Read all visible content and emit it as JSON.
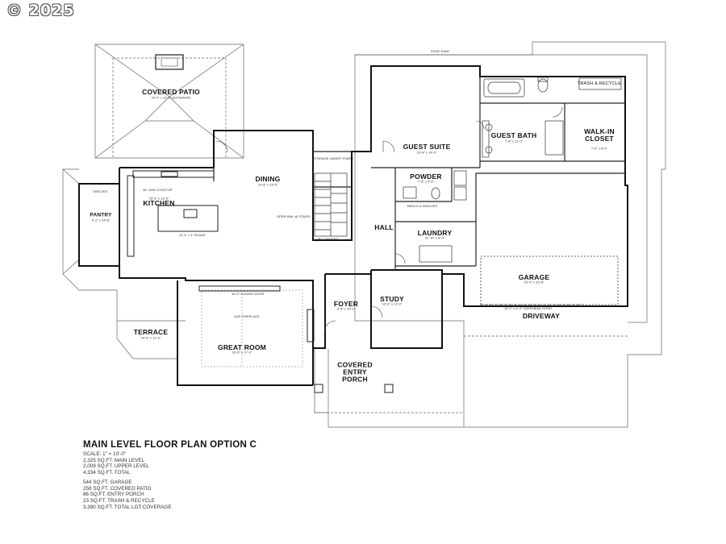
{
  "watermark": "© 2025",
  "title": "MAIN LEVEL FLOOR PLAN OPTION C",
  "scale": "SCALE: 1\" = 10'-0\"",
  "area_summary": [
    "2,325 SQ.FT. MAIN LEVEL",
    "2,009 SQ.FT. UPPER LEVEL",
    "4,334 SQ.FT. TOTAL"
  ],
  "area_breakdown": [
    "544 SQ.FT. GARAGE",
    "258 SQ.FT. COVERED PATIO",
    "86 SQ.FT. ENTRY PORCH",
    "23 SQ.FT. TRASH & RECYCLE",
    "3,390 SQ.FT. TOTAL LOT COVERAGE"
  ],
  "rooms": {
    "covered_patio": {
      "name": "COVERED PATIO",
      "dim": "20'-4\" x 10'-6\" (EXTERIOR)"
    },
    "dining": {
      "name": "DINING",
      "dim": "14'-8\" x 13'-6\""
    },
    "kitchen": {
      "name": "KITCHEN",
      "dim": "15'-6\" x 13'-6\""
    },
    "pantry": {
      "name": "PANTRY",
      "dim": "6'-2\" x 14'-8\""
    },
    "guest_suite": {
      "name": "GUEST SUITE",
      "dim": "13'-8\" x 14'-0\""
    },
    "guest_bath": {
      "name": "GUEST BATH",
      "dim": "7'-8\" x 11'-0\""
    },
    "walk_in_closet": {
      "name": "WALK-IN CLOSET",
      "dim": "7'-8\" x 8'-0\""
    },
    "powder": {
      "name": "POWDER",
      "dim": "7'-8\" x 5'-6\""
    },
    "hall": {
      "name": "HALL"
    },
    "laundry": {
      "name": "LAUNDRY",
      "dim": "11'-10\" x 9'-0\""
    },
    "garage": {
      "name": "GARAGE",
      "dim": "23'-0\" x 23'-8\""
    },
    "study": {
      "name": "STUDY",
      "dim": "13'-6\" x 12'-0\""
    },
    "foyer": {
      "name": "FOYER",
      "dim": "9'-6\" x 15'-0\""
    },
    "terrace": {
      "name": "TERRACE",
      "dim": "15'-8\" x 12'-6\""
    },
    "great_room": {
      "name": "GREAT ROOM",
      "dim": "19'-6\" x 17'-0\""
    },
    "covered_entry_porch": {
      "name": "COVERED ENTRY PORCH"
    },
    "trash_recycle": {
      "name": "TRASH & RECYCLE"
    }
  },
  "labels": {
    "driveway": "DRIVEWAY",
    "roof_eave": "ROOF EAVE",
    "storage_under_stairs": "STORAGE UNDER STAIRS",
    "open_rail": "OPEN RAIL @ STAIRS",
    "up_stairs": "UP 17 RISERS",
    "island": "11'-4\" x 4' ISLAND",
    "cooktop": "48\" GAS COOKTOP",
    "gas_fireplace": "GAS FIREPLACE",
    "sliding_door": "16'-0\" SLIDING DOOR",
    "bench_shelves": "BENCH & SHELVES",
    "overhead_door": "16'-0\" x 8'-0\" OVERHEAD DOOR",
    "shelves": "SHELVES"
  },
  "colors": {
    "line": "#1a1a1a",
    "thin": "#555555",
    "paper": "#ffffff"
  }
}
